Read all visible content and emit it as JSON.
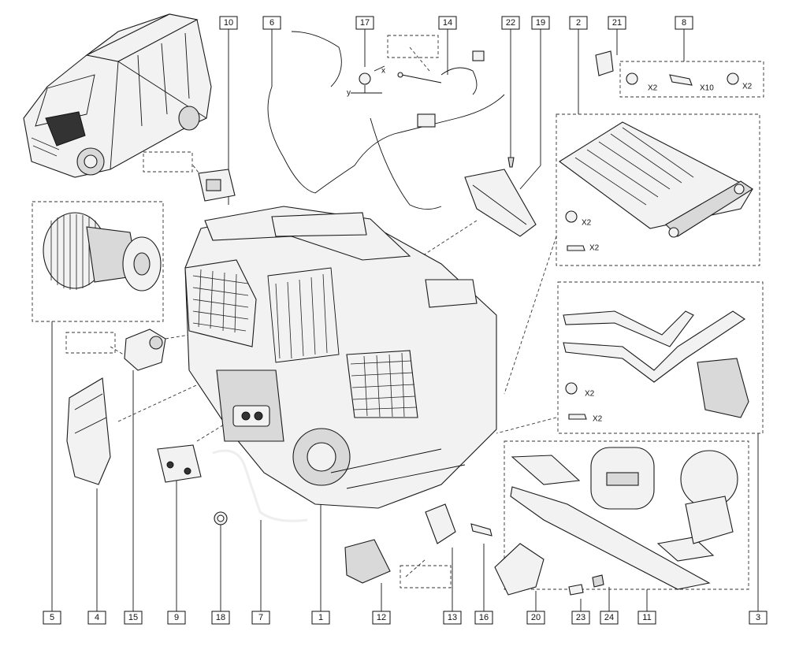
{
  "callouts": [
    {
      "id": "c1",
      "text": "1"
    },
    {
      "id": "c2",
      "text": "2"
    },
    {
      "id": "c3",
      "text": "3"
    },
    {
      "id": "c4",
      "text": "4"
    },
    {
      "id": "c5",
      "text": "5"
    },
    {
      "id": "c6",
      "text": "6"
    },
    {
      "id": "c7",
      "text": "7"
    },
    {
      "id": "c8",
      "text": "8"
    },
    {
      "id": "c9",
      "text": "9"
    },
    {
      "id": "c10",
      "text": "10"
    },
    {
      "id": "c11",
      "text": "11"
    },
    {
      "id": "c12",
      "text": "12"
    },
    {
      "id": "c13",
      "text": "13"
    },
    {
      "id": "c14",
      "text": "14"
    },
    {
      "id": "c15",
      "text": "15"
    },
    {
      "id": "c16",
      "text": "16"
    },
    {
      "id": "c17",
      "text": "17"
    },
    {
      "id": "c18",
      "text": "18"
    },
    {
      "id": "c19",
      "text": "19"
    },
    {
      "id": "c20",
      "text": "20"
    },
    {
      "id": "c21",
      "text": "21"
    },
    {
      "id": "c22",
      "text": "22"
    },
    {
      "id": "c23",
      "text": "23"
    },
    {
      "id": "c24",
      "text": "24"
    }
  ],
  "quantities": {
    "kit8_clip": "X2",
    "kit8_screw": "X10",
    "kit8_washer": "X2",
    "kit2_washer": "X2",
    "kit2_screw": "X2",
    "kit3_washer": "X2",
    "kit3_screw": "X2"
  },
  "axis_marks": {
    "x": "x",
    "y": "y"
  }
}
